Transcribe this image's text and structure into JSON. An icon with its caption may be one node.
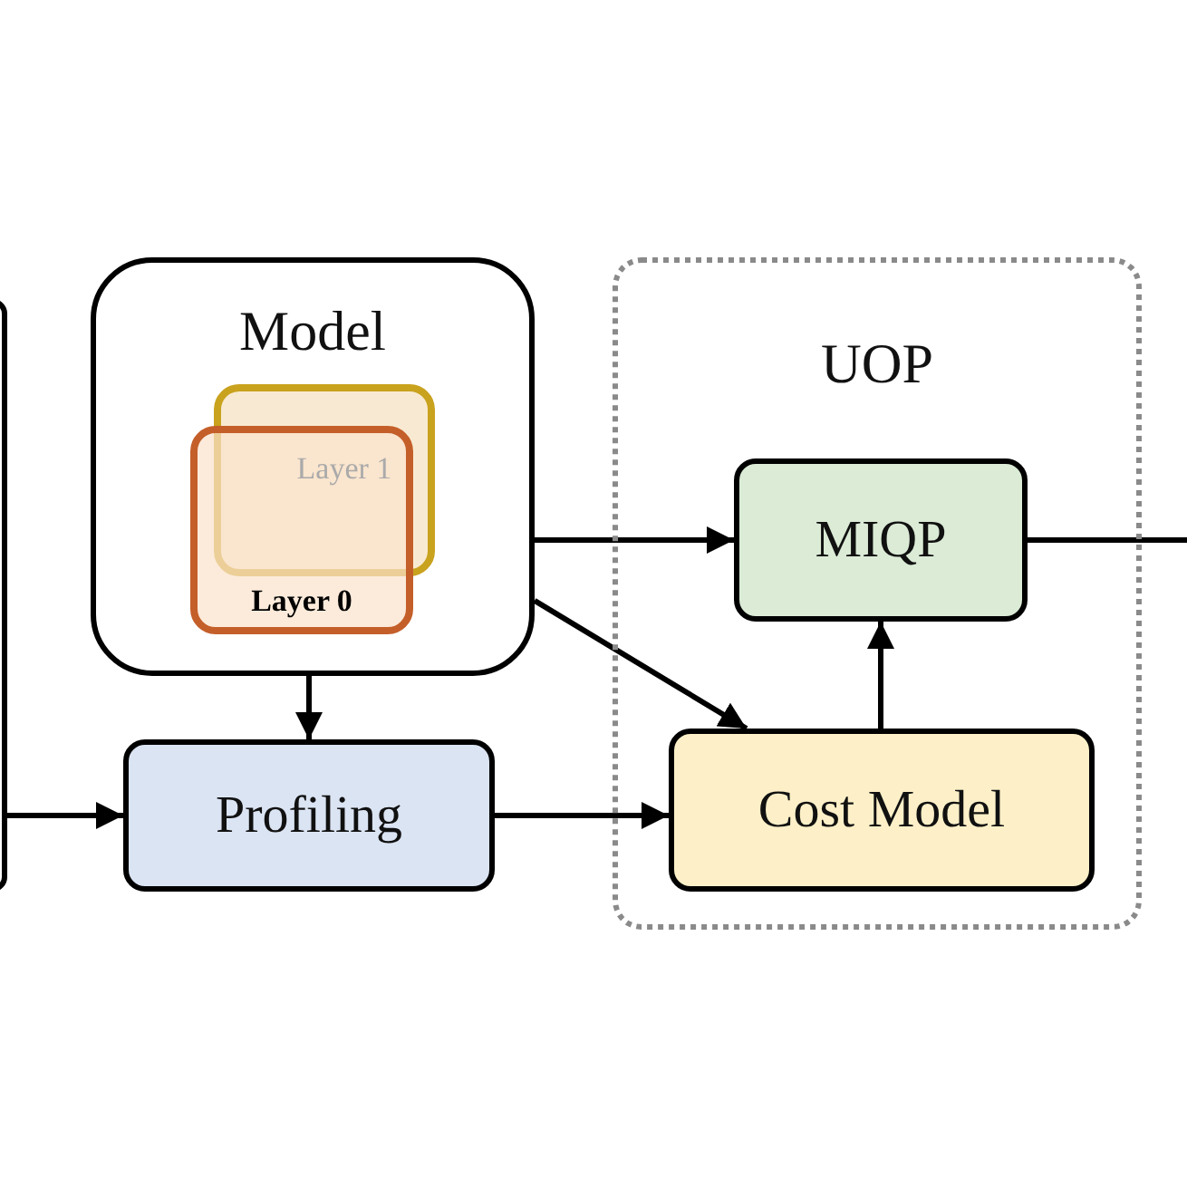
{
  "diagram": {
    "nodes": [
      {
        "text": [],
        "shape": "box"
      },
      {
        "text": [
          "Model"
        ]
      },
      {
        "text": [
          "Layer 1"
        ],
        "in": 1
      },
      {
        "text": [
          "Layer 0"
        ],
        "in": 1
      },
      {
        "text": [
          "Profiling"
        ]
      },
      {
        "text": [
          "UOP"
        ]
      },
      {
        "text": [
          "MIQP"
        ],
        "in": 5
      },
      {
        "text": [
          "Cost Model"
        ],
        "in": 5
      }
    ],
    "edges": [
      {
        "from": 0,
        "to": 4,
        "arrow": "to"
      },
      {
        "from": 1,
        "to": 4,
        "arrow": "to"
      },
      {
        "from": 1,
        "to": 6,
        "arrow": "to"
      },
      {
        "from": 1,
        "to": 7,
        "arrow": "to"
      },
      {
        "from": 4,
        "to": 7,
        "arrow": "to"
      },
      {
        "from": 7,
        "to": 6,
        "arrow": "to"
      },
      {
        "from": 6,
        "to": null,
        "arrow": "none"
      }
    ]
  }
}
